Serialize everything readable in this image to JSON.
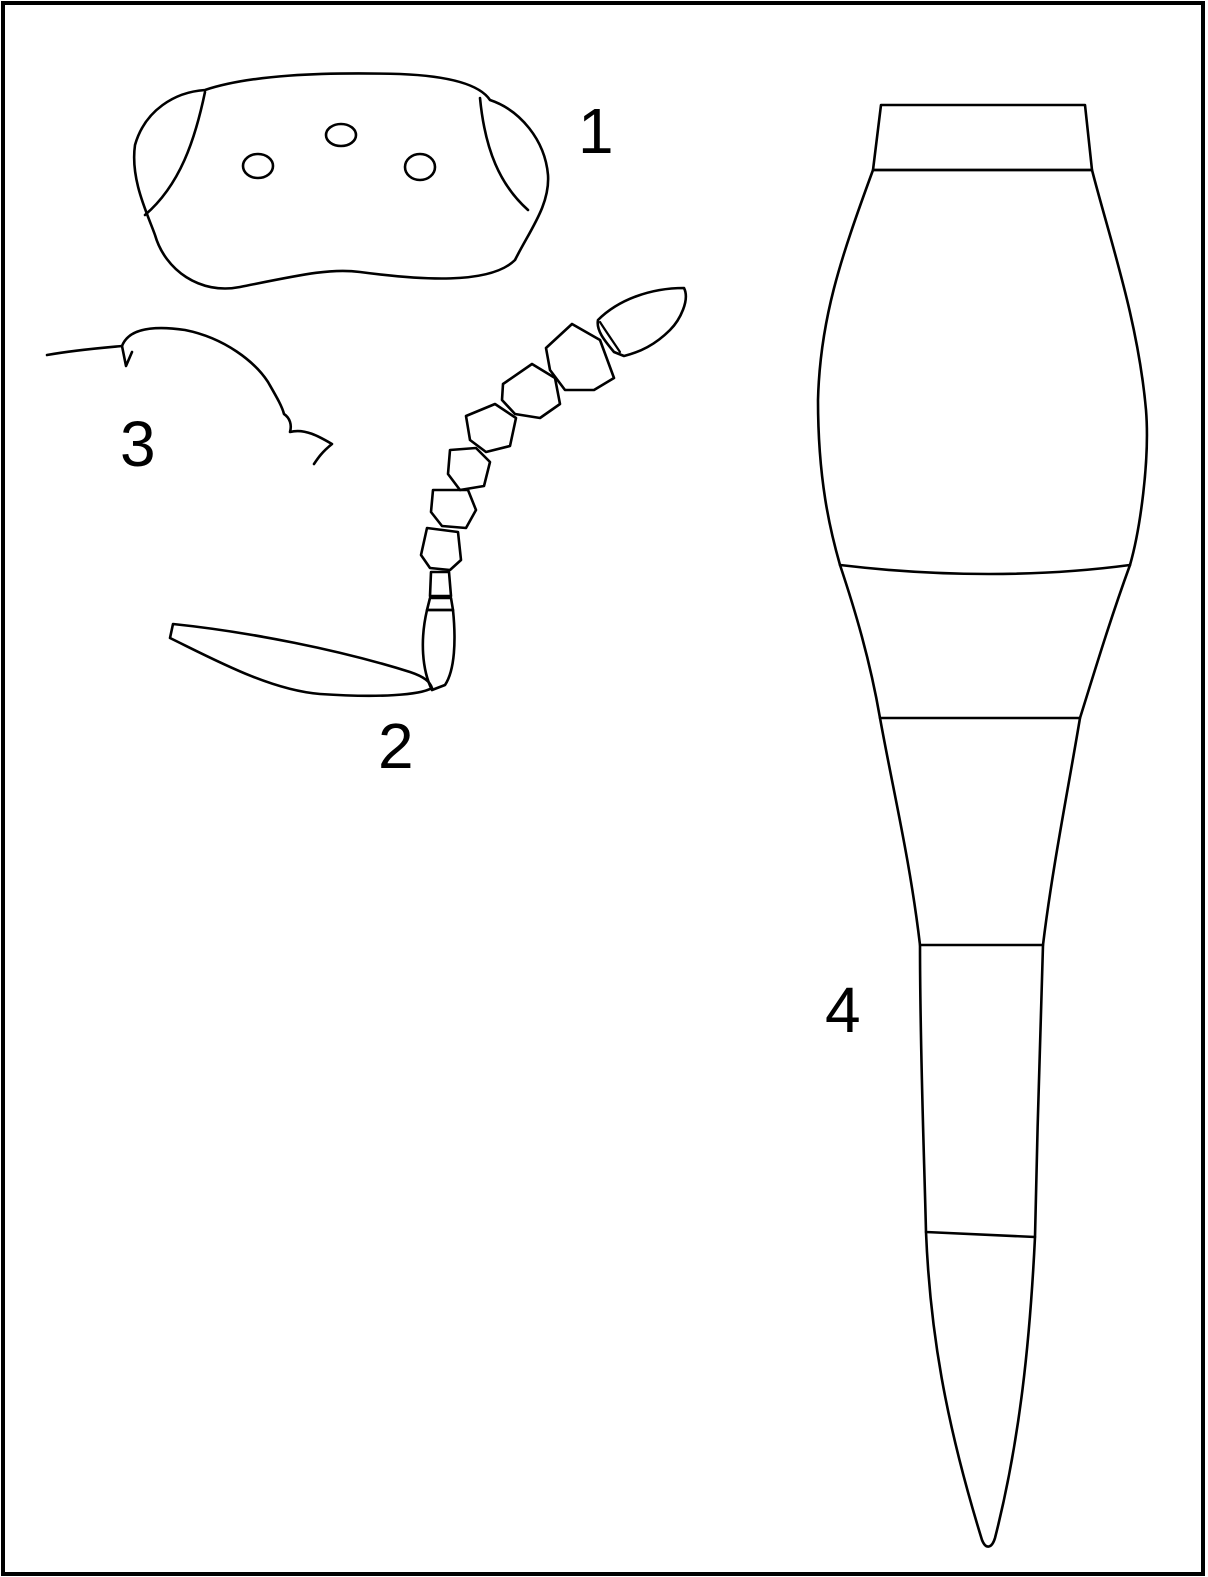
{
  "figures": [
    {
      "id": "1",
      "label": "1",
      "subject": "head-dorsal-view"
    },
    {
      "id": "2",
      "label": "2",
      "subject": "antenna"
    },
    {
      "id": "3",
      "label": "3",
      "subject": "profile-outline"
    },
    {
      "id": "4",
      "label": "4",
      "subject": "gaster-dorsal-view"
    }
  ],
  "colors": {
    "ink": "#000000",
    "background": "#ffffff",
    "frame": "#000000"
  }
}
